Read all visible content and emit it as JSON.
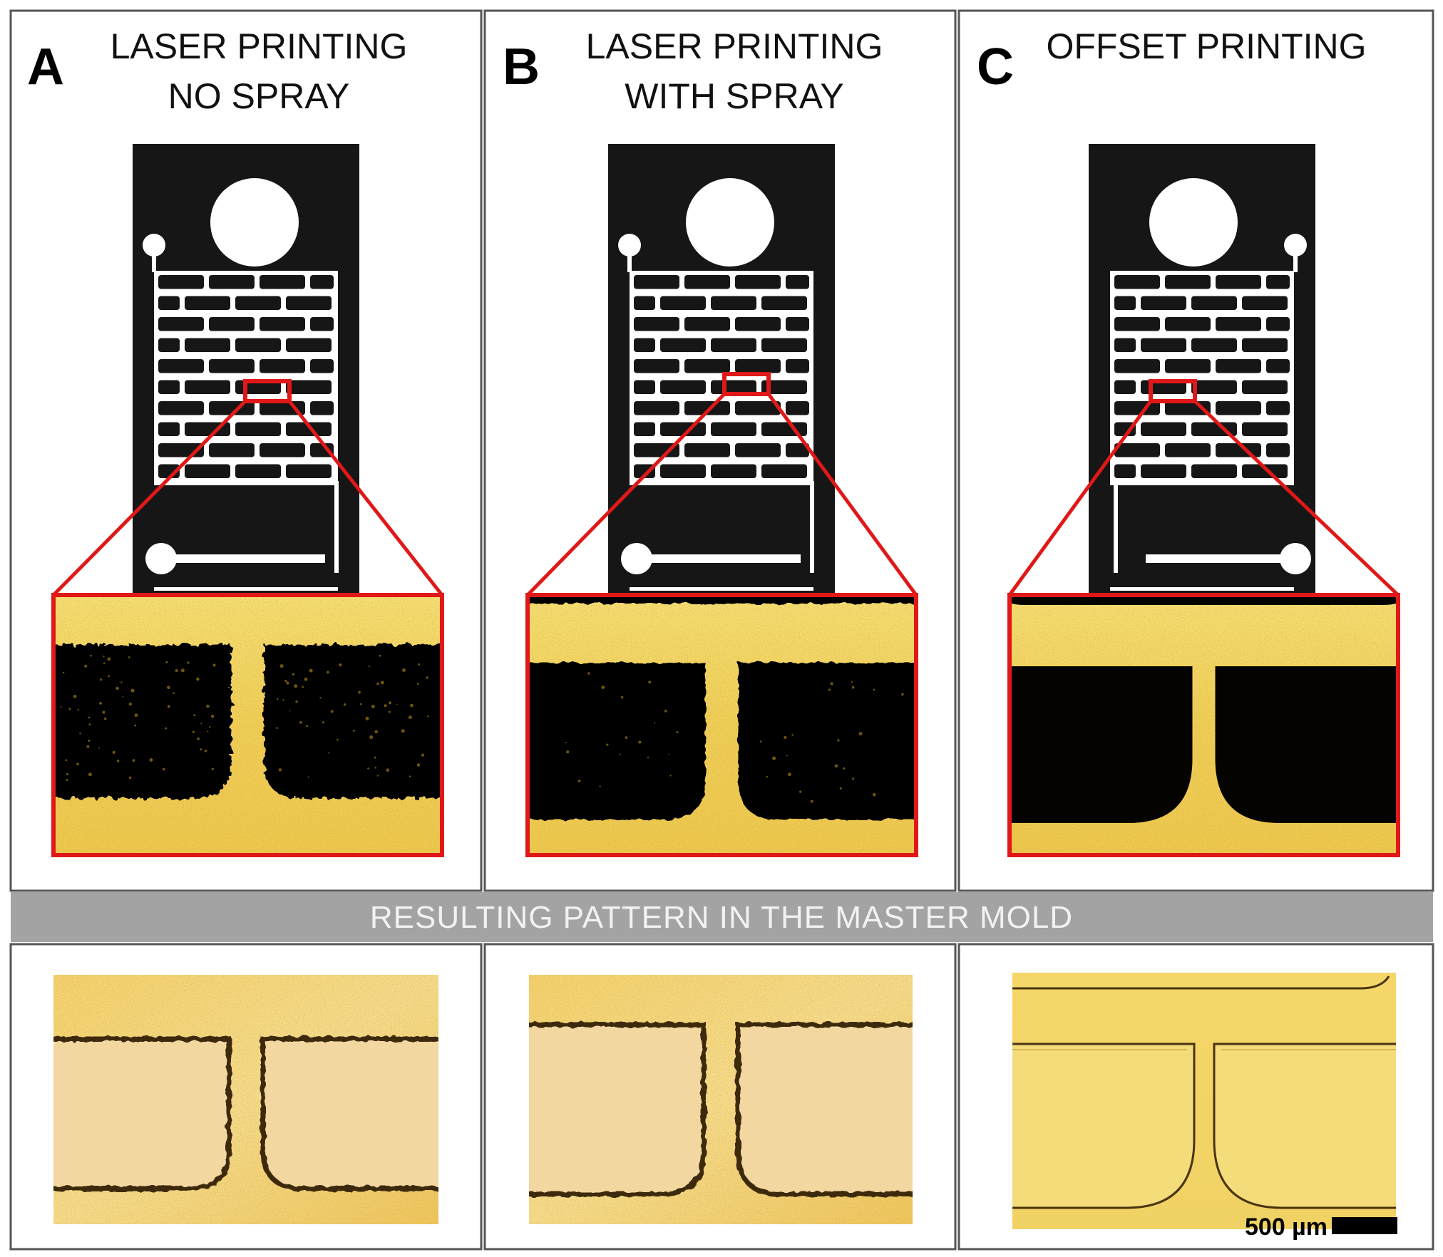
{
  "panels": [
    {
      "letter": "A",
      "title_lines": [
        "LASER PRINTING",
        "NO SPRAY"
      ],
      "spray": false,
      "offset": false
    },
    {
      "letter": "B",
      "title_lines": [
        "LASER PRINTING",
        "WITH SPRAY"
      ],
      "spray": true,
      "offset": false
    },
    {
      "letter": "C",
      "title_lines": [
        "OFFSET PRINTING"
      ],
      "spray": false,
      "offset": true
    }
  ],
  "banner": {
    "text": "RESULTING PATTERN IN THE MASTER MOLD"
  },
  "scale_bar": {
    "label": "500 µm"
  },
  "colors": {
    "frame": "#555555",
    "banner": "#a3a3a3",
    "zoom": "#e01818",
    "print": "#161616",
    "substrate": "#f2d45c",
    "mold": "#f3cc72",
    "ink": "#050300"
  }
}
